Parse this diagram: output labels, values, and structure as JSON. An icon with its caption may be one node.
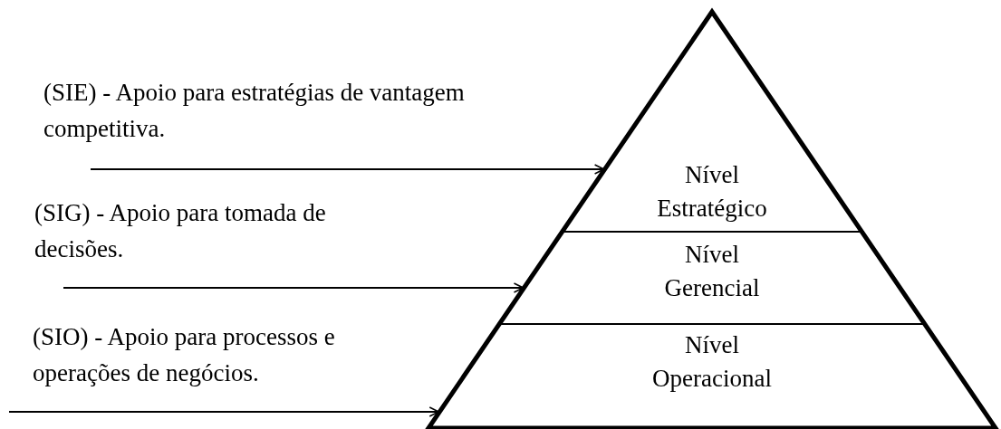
{
  "diagram": {
    "nodes": [
      {
        "text": [],
        "shape": "triangle"
      },
      {
        "text": [
          "Nível Estratégico"
        ],
        "in": 0
      },
      {
        "text": [
          "Nível Gerencial"
        ],
        "in": 0
      },
      {
        "text": [
          "Nível Operacional"
        ],
        "in": 0
      }
    ],
    "edges": [
      {
        "from": null,
        "to": 1,
        "arrow": "to"
      },
      {
        "from": null,
        "to": 2,
        "arrow": "to"
      },
      {
        "from": null,
        "to": 3,
        "arrow": "to"
      }
    ],
    "labels": [
      "(SIE) - Apoio para estratégias de vantagem competitiva.",
      "(SIG) - Apoio para tomada de decisões.",
      "(SIO) - Apoio para processos e operações de negócios."
    ]
  }
}
